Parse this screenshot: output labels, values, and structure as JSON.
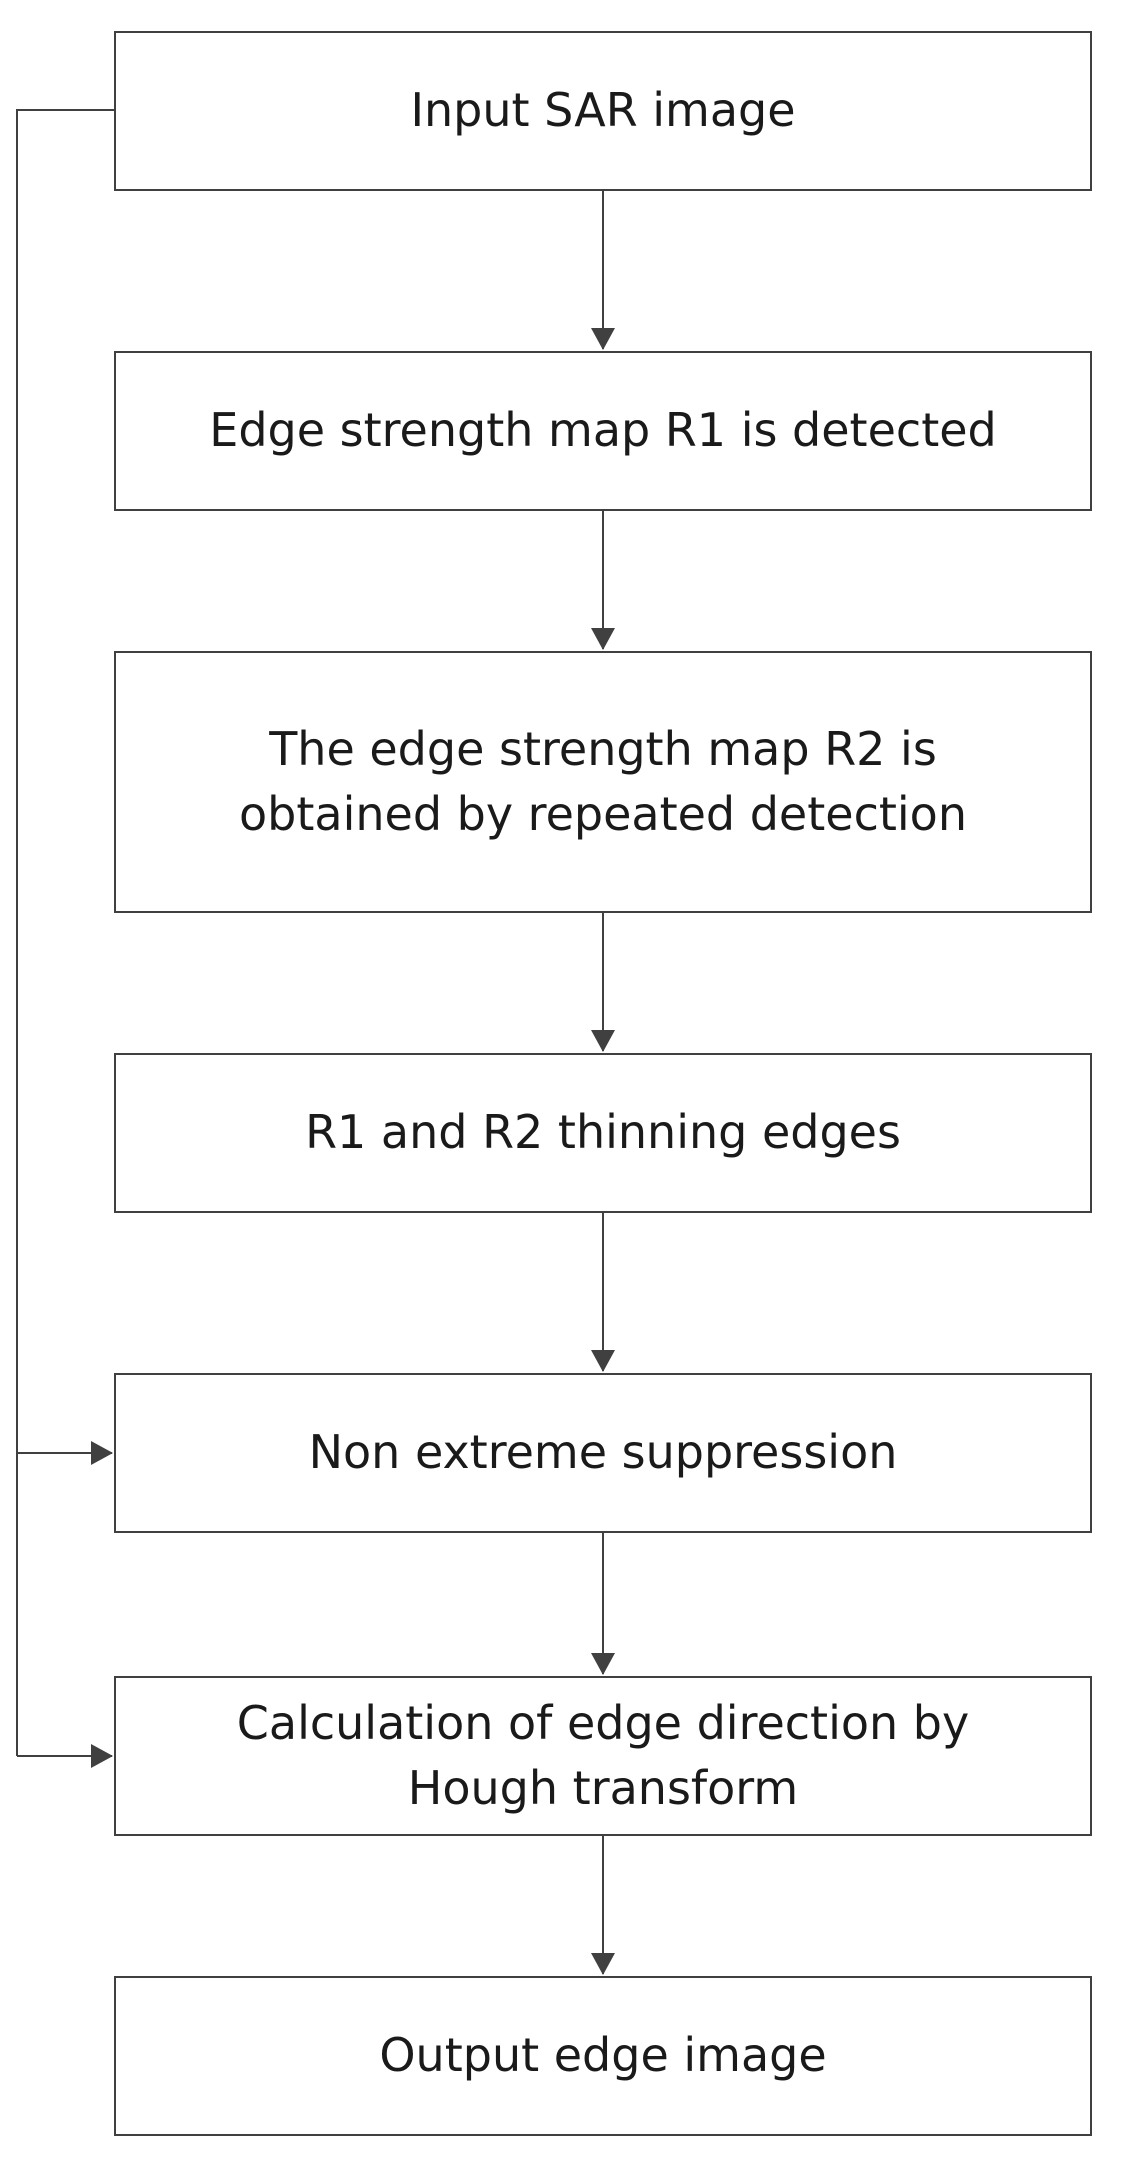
{
  "steps": [
    {
      "id": "box-1",
      "label": "Input SAR image"
    },
    {
      "id": "box-2",
      "label": "Edge strength map R1 is detected"
    },
    {
      "id": "box-3",
      "label_lines": [
        "The edge strength map R2 is",
        "obtained by repeated detection"
      ]
    },
    {
      "id": "box-4",
      "label": "R1 and R2 thinning edges"
    },
    {
      "id": "box-5",
      "label": "Non extreme suppression"
    },
    {
      "id": "box-6",
      "label_lines": [
        "Calculation of edge direction by",
        "Hough transform"
      ]
    },
    {
      "id": "box-7",
      "label": "Output edge image"
    }
  ],
  "colors": {
    "stroke": "#404040",
    "text": "#1a1a1a",
    "background": "#ffffff"
  }
}
